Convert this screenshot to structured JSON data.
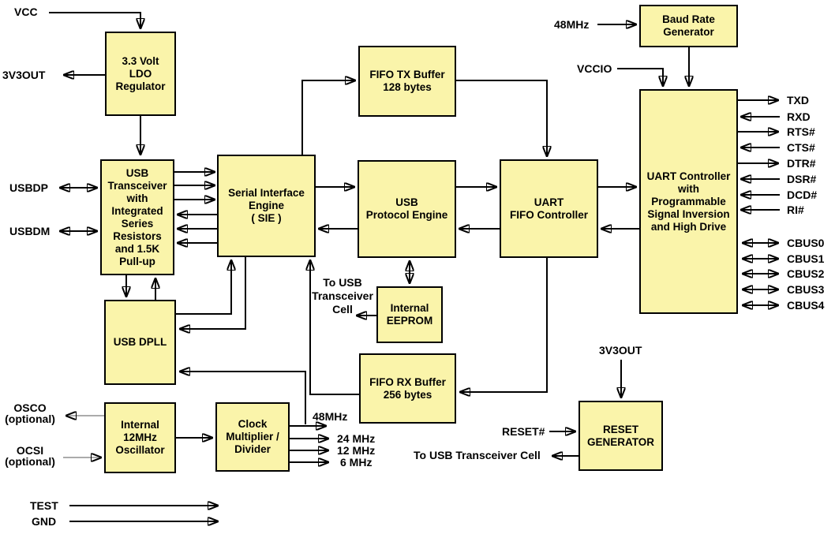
{
  "diagram_title": "USB UART IC functional block diagram",
  "colors": {
    "block_fill": "#FAF4AA",
    "block_border": "#000000",
    "wire": "#000000",
    "optional_wire": "#ABABAB",
    "background": "#FFFFFF"
  },
  "blocks": {
    "ldo": "3.3 Volt\nLDO\nRegulator",
    "transceiver": "USB\nTransceiver\nwith\nIntegrated\nSeries\nResistors\nand 1.5K\nPull-up",
    "dpll": "USB DPLL",
    "oscillator": "Internal\n12MHz\nOscillator",
    "clock_multiplier": "Clock\nMultiplier /\nDivider",
    "sie": "Serial Interface\nEngine\n( SIE )",
    "fifo_tx": "FIFO TX Buffer\n128 bytes",
    "protocol_engine": "USB\nProtocol Engine",
    "eeprom": "Internal\nEEPROM",
    "fifo_rx": "FIFO RX Buffer\n256 bytes",
    "uart_fifo": "UART\nFIFO Controller",
    "baud_generator": "Baud Rate\nGenerator",
    "uart_controller": "UART Controller\nwith\nProgrammable\nSignal Inversion\nand High Drive",
    "reset_generator": "RESET\nGENERATOR"
  },
  "labels": {
    "vcc": "VCC",
    "v3out": "3V3OUT",
    "usbdp": "USBDP",
    "usbdm": "USBDM",
    "osco": "OSCO\n(optional)",
    "ocsi": "OCSI\n(optional)",
    "test": "TEST",
    "gnd": "GND",
    "clk48": "48MHz",
    "clk24": "24 MHz",
    "clk12": "12 MHz",
    "clk6": "6 MHz",
    "eeprom_note": "To USB\nTransceiver\nCell",
    "mhz48_top": "48MHz",
    "vccio": "VCCIO",
    "v3out_reset": "3V3OUT",
    "reset_n": "RESET#",
    "reset_note": "To USB Transceiver Cell"
  },
  "pins": {
    "txd": "TXD",
    "rxd": "RXD",
    "rts": "RTS#",
    "cts": "CTS#",
    "dtr": "DTR#",
    "dsr": "DSR#",
    "dcd": "DCD#",
    "ri": "RI#",
    "cbus0": "CBUS0",
    "cbus1": "CBUS1",
    "cbus2": "CBUS2",
    "cbus3": "CBUS3",
    "cbus4": "CBUS4"
  }
}
